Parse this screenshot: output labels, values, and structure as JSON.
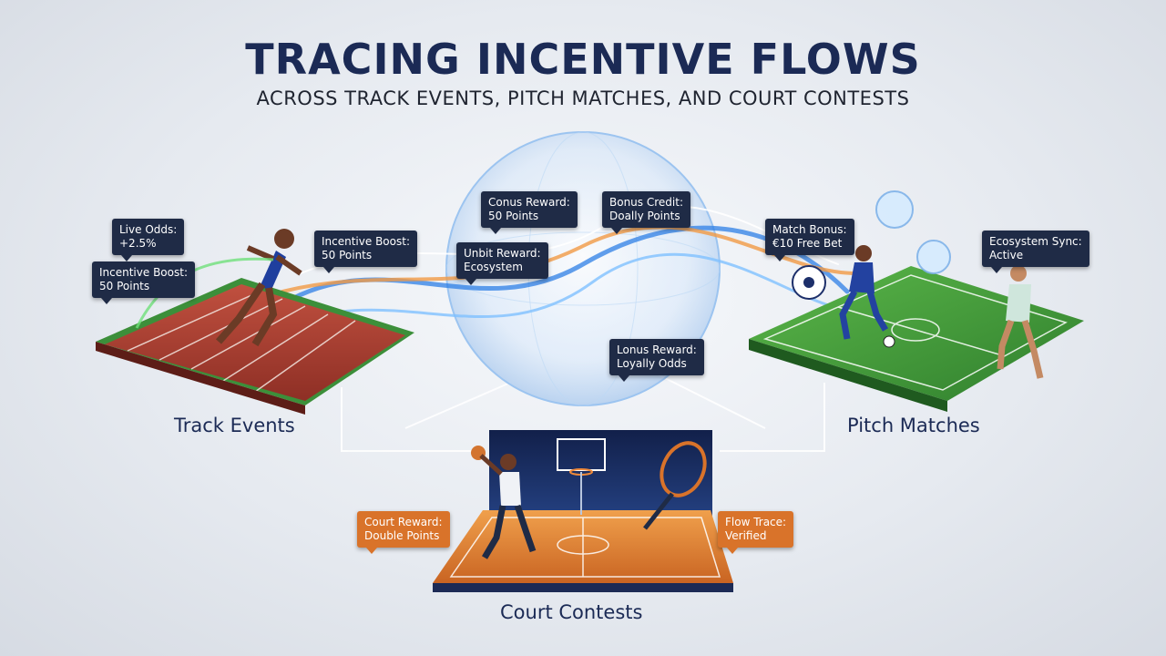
{
  "header": {
    "title": "TRACING INCENTIVE FLOWS",
    "subtitle": "ACROSS TRACK EVENTS, PITCH MATCHES, AND COURT CONTESTS"
  },
  "venues": {
    "track": "Track Events",
    "pitch": "Pitch Matches",
    "court": "Court Contests"
  },
  "tags": {
    "live_odds": [
      "Live Odds:",
      "+2.5%"
    ],
    "incentive_boost_a": [
      "Incentive Boost:",
      "50 Points"
    ],
    "incentive_boost_b": [
      "Incentive Boost:",
      "50 Points"
    ],
    "conus_reward": [
      "Conus Reward:",
      "50 Points"
    ],
    "bonus_credit": [
      "Bonus Credit:",
      "Doally Points"
    ],
    "unbit_reward": [
      "Unbit Reward:",
      "Ecosystem"
    ],
    "lonus_reward": [
      "Lonus Reward:",
      "Loyally Odds"
    ],
    "match_bonus": [
      "Match Bonus:",
      "€10 Free Bet"
    ],
    "ecosystem_sync": [
      "Ecosystem Sync:",
      "Active"
    ],
    "court_reward": [
      "Court Reward:",
      "Double Points"
    ],
    "flow_trace": [
      "Flow Trace:",
      "Verified"
    ]
  },
  "colors": {
    "title": "#1b2a55",
    "tag_dark": "#1f2b46",
    "tag_orange": "#d9732a",
    "track_surface": "#b8483a",
    "pitch_surface": "#3f9a3a",
    "court_surface": "#e58a3c",
    "flow_blue": "#2d7fe6",
    "flow_orange": "#f19a45"
  }
}
